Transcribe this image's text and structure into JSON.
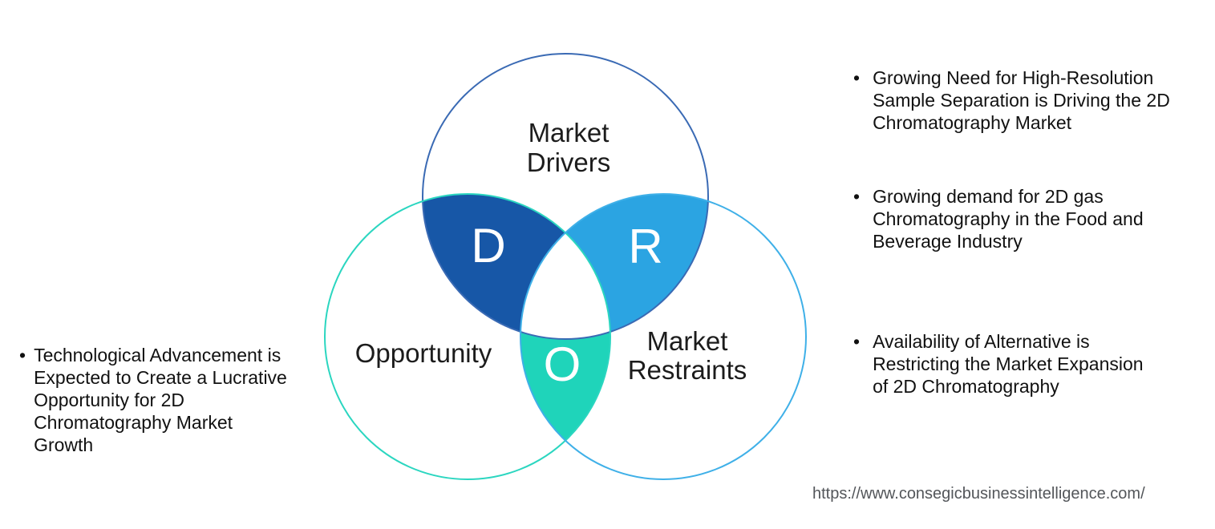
{
  "venn": {
    "circle_drivers": {
      "label_line1": "Market",
      "label_line2": "Drivers",
      "stroke": "#3a6ab4"
    },
    "circle_opportunity": {
      "label": "Opportunity",
      "stroke": "#2bd6c0"
    },
    "circle_restraints": {
      "label_line1": "Market",
      "label_line2": "Restraints",
      "stroke": "#3fb0e8"
    },
    "regions": {
      "d": {
        "letter": "D",
        "fill": "#1757a7"
      },
      "r": {
        "letter": "R",
        "fill": "#2ba4e2"
      },
      "o": {
        "letter": "O",
        "fill": "#1fd4ba"
      }
    },
    "letter_color": "#ffffff",
    "center_color": "#ffffff"
  },
  "left_notes": {
    "bullet": "•",
    "items": [
      {
        "text": "Technological Advancement is\nExpected to Create a Lucrative\nOpportunity for 2D\nChromatography Market\nGrowth"
      }
    ]
  },
  "right_notes": {
    "bullet": "•",
    "items": [
      {
        "text": "Growing Need for High-Resolution\nSample Separation is Driving the 2D\nChromatography Market"
      },
      {
        "text": "Growing demand for 2D gas\nChromatography in the Food and\nBeverage Industry"
      },
      {
        "text": "Availability of Alternative is\nRestricting the Market Expansion\nof 2D Chromatography"
      }
    ]
  },
  "footer": {
    "url": "https://www.consegicbusinessintelligence.com/"
  }
}
